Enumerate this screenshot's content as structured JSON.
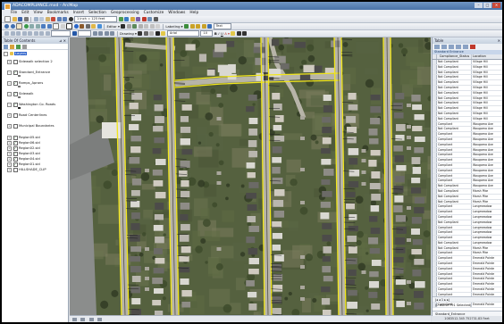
{
  "window": {
    "title": "ADACOMPLIANCE.mxd - ArcMap",
    "controls": [
      "–",
      "□",
      "✕"
    ]
  },
  "menu": [
    "File",
    "Edit",
    "View",
    "Bookmarks",
    "Insert",
    "Selection",
    "Geoprocessing",
    "Customize",
    "Windows",
    "Help"
  ],
  "toolbar": {
    "scale": "1 inch = 125 feet",
    "editor_label": "Editor ▾",
    "drawing_label": "Drawing ▾",
    "font_name": "Arial",
    "font_size": "10",
    "labeling_label": "Labeling ▾",
    "labeling_value": "Text",
    "bold": "B",
    "italic": "I",
    "underline": "U",
    "font_color": "A ▾"
  },
  "toc": {
    "title": "Table Of Contents",
    "controls": "⊿ ✕",
    "root": "Layers",
    "layers": [
      {
        "label": "Sidewalk selection 2",
        "checked": false
      },
      {
        "label": "Standard_Entrance",
        "checked": true
      },
      {
        "label": "Ramps_Aprons",
        "checked": true
      },
      {
        "label": "Sidewalk",
        "checked": true
      },
      {
        "label": "Washington Co. Roads",
        "checked": true
      },
      {
        "label": "Road Centerlines",
        "checked": false
      },
      {
        "label": "Municipal Boundaries",
        "checked": false
      },
      {
        "label": "Region05.sid",
        "checked": true
      },
      {
        "label": "Region06.sid",
        "checked": true
      },
      {
        "label": "Region02.sid",
        "checked": true
      },
      {
        "label": "Region03.sid",
        "checked": true
      },
      {
        "label": "Region04.sid",
        "checked": true
      },
      {
        "label": "Region01.sid",
        "checked": true
      },
      {
        "label": "HILLSHADE_CLIP",
        "checked": false
      }
    ]
  },
  "table": {
    "title": "Table",
    "layer_name": "Standard Entrance",
    "columns": [
      "Compliance_Status",
      "Location"
    ],
    "rows": [
      [
        "Not Compliant",
        "Village Hill"
      ],
      [
        "Not Compliant",
        "Village Hill"
      ],
      [
        "Not Compliant",
        "Village Hill"
      ],
      [
        "Not Compliant",
        "Village Hill"
      ],
      [
        "Not Compliant",
        "Village Hill"
      ],
      [
        "Not Compliant",
        "Village Hill"
      ],
      [
        "Not Compliant",
        "Village Hill"
      ],
      [
        "Not Compliant",
        "Village Hill"
      ],
      [
        "Not Compliant",
        "Village Hill"
      ],
      [
        "Not Compliant",
        "Village Hill"
      ],
      [
        "Not Compliant",
        "Village Hill"
      ],
      [
        "Not Compliant",
        "Village Hill"
      ],
      [
        "Compliant",
        "Waugama Ave"
      ],
      [
        "Not Compliant",
        "Waugama Ave"
      ],
      [
        "Compliant",
        "Waugama Ave"
      ],
      [
        "Compliant",
        "Waugama Ave"
      ],
      [
        "Compliant",
        "Waugama Ave"
      ],
      [
        "Compliant",
        "Waugama Ave"
      ],
      [
        "Compliant",
        "Waugama Ave"
      ],
      [
        "Compliant",
        "Waugama Ave"
      ],
      [
        "Compliant",
        "Waugama Ave"
      ],
      [
        "Compliant",
        "Waugama Ave"
      ],
      [
        "Compliant",
        "Waugama Ave"
      ],
      [
        "Compliant",
        "Waugama Ave"
      ],
      [
        "Not Compliant",
        "Waugama Ave"
      ],
      [
        "Not Compliant",
        "Marsh Pike"
      ],
      [
        "Not Compliant",
        "Marsh Pike"
      ],
      [
        "Not Compliant",
        "Marsh Pike"
      ],
      [
        "Compliant",
        "Longmeadow"
      ],
      [
        "Compliant",
        "Longmeadow"
      ],
      [
        "Compliant",
        "Longmeadow"
      ],
      [
        "Not Compliant",
        "Longmeadow"
      ],
      [
        "Compliant",
        "Longmeadow"
      ],
      [
        "Compliant",
        "Longmeadow"
      ],
      [
        "Compliant",
        "Longmeadow"
      ],
      [
        "Not Compliant",
        "Longmeadow"
      ],
      [
        "Not Compliant",
        "Marsh Pike"
      ],
      [
        "Compliant",
        "Marsh Pike"
      ],
      [
        "Compliant",
        "Emerald Pointe"
      ],
      [
        "Compliant",
        "Emerald Pointe"
      ],
      [
        "Compliant",
        "Emerald Pointe"
      ],
      [
        "Compliant",
        "Emerald Pointe"
      ],
      [
        "Compliant",
        "Emerald Pointe"
      ],
      [
        "Compliant",
        "Emerald Pointe"
      ],
      [
        "Compliant",
        "Emerald Pointe"
      ],
      [
        "Compliant",
        "Emerald Pointe"
      ],
      [
        "Compliant",
        "Emerald Pointe"
      ],
      [
        "Compliant",
        "Emerald Pointe"
      ]
    ],
    "nav": "|◂  ◂  1  ▸  ▸|",
    "count": "(0 out of 791 Selected)",
    "tab": "Standard_Entrance"
  },
  "status": {
    "coords": "1083512.345  752731.83 Feet"
  },
  "colors": {
    "sidewalk": "#f2e61a",
    "road": "#111111",
    "title_bar": "#4a73a8"
  }
}
